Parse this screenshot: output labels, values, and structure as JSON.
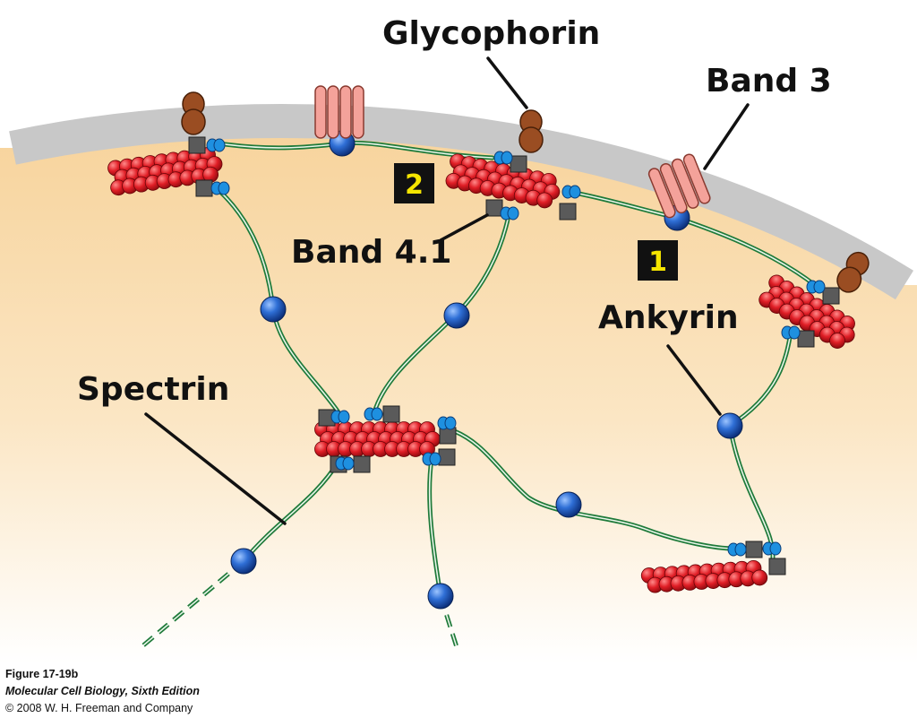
{
  "labels": {
    "glycophorin": "Glycophorin",
    "band3": "Band 3",
    "band41": "Band 4.1",
    "ankyrin": "Ankyrin",
    "spectrin": "Spectrin"
  },
  "badges": {
    "one": "1",
    "two": "2"
  },
  "credits": {
    "figure": "Figure 17-19b",
    "book": "Molecular Cell Biology, Sixth Edition",
    "copyright": "© 2008 W. H. Freeman and Company"
  },
  "colors": {
    "membrane": "#c8c8c8",
    "cytoplasm_top": "#f7d39b",
    "spectrin_strand": "#1f7a3a",
    "spectrin_core": "#e8f5e8",
    "ankyrin": "#1a57b8",
    "actin": "#d8141c",
    "band41": "#5a5a5a",
    "adapter": "#1e90e0",
    "band3": "#f4a29a",
    "glycophorin": "#9a4d22",
    "badge_bg": "#111111",
    "badge_text": "#f5e500"
  }
}
